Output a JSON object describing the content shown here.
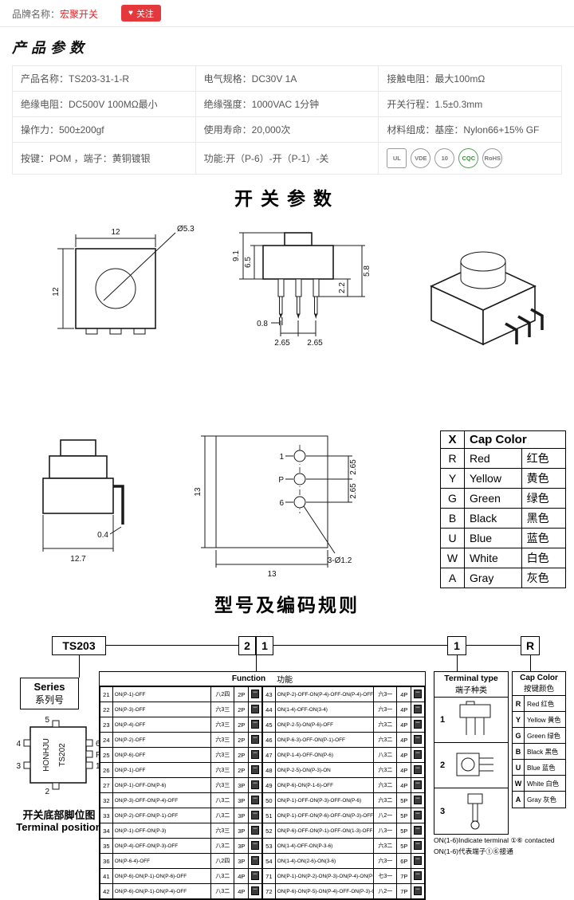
{
  "colors": {
    "accent_red": "#e4393c",
    "line_black": "#1a1a1a"
  },
  "header": {
    "brand_label": "品牌名称：",
    "brand_name": "宏聚开关",
    "heart_icon": "♥",
    "follow_label": "关注"
  },
  "product": {
    "section_title": "产品参数",
    "cells": [
      [
        "产品名称：TS203-31-1-R",
        "电气规格：DC30V  1A",
        "接触电阻：最大100mΩ"
      ],
      [
        "绝缘电阻：DC500V  100MΩ最小",
        "绝缘强度：1000VAC  1分钟",
        "开关行程：1.5±0.3mm"
      ],
      [
        "操作力：500±200gf",
        "使用寿命：20,000次",
        "材料组成：基座：Nylon66+15% GF"
      ],
      [
        "按键：POM    ，端子：黄铜镀银",
        "功能:开（P-6）-开（P-1）-关"
      ]
    ],
    "logos": [
      "UL",
      "VDE",
      "10",
      "CQC",
      "RoHS"
    ]
  },
  "switch_section": {
    "title": "开关参数",
    "front": {
      "top_dim": "12",
      "left_dim": "12",
      "hole_label": "Ø5.3"
    },
    "side": {
      "h_total": "9.1",
      "h_body": "6.5",
      "right_dim1": "5.8",
      "right_dim2": "2.2",
      "pin_width": "0.8",
      "pitch_left": "2.65",
      "pitch_right": "2.65"
    },
    "profile": {
      "bottom_dim": "12.7",
      "pin_dim": "0.4"
    },
    "bottom": {
      "left_dim": "13",
      "bottom_dim": "13",
      "gap_top": "2.65",
      "gap_bottom": "2.65",
      "holes_label": "3-Ø1.2",
      "pin1": "1",
      "pinP": "P",
      "pin6": "6"
    },
    "cap_table": {
      "header_code": "X",
      "header_name": "Cap Color",
      "rows": [
        [
          "R",
          "Red",
          "红色"
        ],
        [
          "Y",
          "Yellow",
          "黄色"
        ],
        [
          "G",
          "Green",
          "绿色"
        ],
        [
          "B",
          "Black",
          "黑色"
        ],
        [
          "U",
          "Blue",
          "蓝色"
        ],
        [
          "W",
          "White",
          "白色"
        ],
        [
          "A",
          "Gray",
          "灰色"
        ]
      ]
    }
  },
  "coding": {
    "title": "型号及编码规则",
    "series_code": "TS203",
    "digit1": "2",
    "digit2": "1",
    "terminal_code": "1",
    "color_code": "R",
    "series_box": {
      "en": "Series",
      "zh": "系列号"
    },
    "chip": {
      "brand": "HONHJU",
      "model": "TS202",
      "pin_top": "5",
      "pin_left_top": "4",
      "pin_left_bottom": "3",
      "pin_right_top": "6",
      "pin_right_mid": "P",
      "pin_right_bottom": "1",
      "pin_bottom": "2"
    },
    "chip_caption_zh": "开关底部脚位图",
    "chip_caption_en": "Terminal position",
    "function_table": {
      "header_en": "Function",
      "header_zh": "功能",
      "left": [
        {
          "no": "21",
          "fn": "ON(P-1)-OFF",
          "tag": "八2四",
          "pole": "2P"
        },
        {
          "no": "22",
          "fn": "ON(P-3)-OFF",
          "tag": "六3三",
          "pole": "2P"
        },
        {
          "no": "23",
          "fn": "ON(P-4)-OFF",
          "tag": "六3三",
          "pole": "2P"
        },
        {
          "no": "24",
          "fn": "ON(P-2)-OFF",
          "tag": "六3三",
          "pole": "2P"
        },
        {
          "no": "25",
          "fn": "ON(P-6)-OFF",
          "tag": "六3三",
          "pole": "2P"
        },
        {
          "no": "26",
          "fn": "ON(P-1)-OFF",
          "tag": "六3三",
          "pole": "2P"
        },
        {
          "no": "27",
          "fn": "ON(P-1)-OFF-ON(P-6)",
          "tag": "六3三",
          "pole": "3P"
        },
        {
          "no": "32",
          "fn": "ON(P-3)-OFF-ON(P-4)-OFF",
          "tag": "八3二",
          "pole": "3P"
        },
        {
          "no": "33",
          "fn": "ON(P-2)-OFF-ON(P-1)-OFF",
          "tag": "八3二",
          "pole": "3P"
        },
        {
          "no": "34",
          "fn": "ON(P-1)-OFF-ON(P-3)",
          "tag": "六3三",
          "pole": "3P"
        },
        {
          "no": "35",
          "fn": "ON(P-4)-OFF-ON(P-3)-OFF",
          "tag": "八3二",
          "pole": "3P"
        },
        {
          "no": "36",
          "fn": "ON(P-6-4)-OFF",
          "tag": "八2四",
          "pole": "3P"
        },
        {
          "no": "41",
          "fn": "ON(P-6)-ON(P-1)-ON(P-6)-OFF",
          "tag": "八3二",
          "pole": "4P"
        },
        {
          "no": "42",
          "fn": "ON(P-6)-ON(P-1)-ON(P-4)-OFF",
          "tag": "八3二",
          "pole": "4P"
        }
      ],
      "right": [
        {
          "no": "43",
          "fn": "ON(P-2)-OFF-ON(P-4)-OFF-ON(P-4)-OFF",
          "tag": "六3一",
          "pole": "4P"
        },
        {
          "no": "44",
          "fn": "ON(1-4)-OFF-ON(3-4)",
          "tag": "六3一",
          "pole": "4P"
        },
        {
          "no": "45",
          "fn": "ON(P-2-5)-ON(P-6)-OFF",
          "tag": "六3二",
          "pole": "4P"
        },
        {
          "no": "46",
          "fn": "ON(P-6-3)-OFF-ON(P-1)-OFF",
          "tag": "六3二",
          "pole": "4P"
        },
        {
          "no": "47",
          "fn": "ON(P-1-4)-OFF-ON(P-6)",
          "tag": "八3二",
          "pole": "4P"
        },
        {
          "no": "48",
          "fn": "ON(P-2-5)-ON(P-3)-ON",
          "tag": "六3二",
          "pole": "4P"
        },
        {
          "no": "49",
          "fn": "ON(P-6)-ON(P-1-6)-OFF",
          "tag": "六3二",
          "pole": "4P"
        },
        {
          "no": "50",
          "fn": "ON(P-1)-OFF-ON(P-3)-OFF-ON(P-6)",
          "tag": "六3二",
          "pole": "5P"
        },
        {
          "no": "51",
          "fn": "ON(P-1)-OFF-ON(P-6)-OFF-ON(P-3)-OFF-ON(P-1)-OFF",
          "tag": "八2一",
          "pole": "5P"
        },
        {
          "no": "52",
          "fn": "ON(P-6)-OFF-ON(P-1)-OFF-ON(1-3)-OFF-ON(P-1)",
          "tag": "八3一",
          "pole": "5P"
        },
        {
          "no": "53",
          "fn": "ON(1-4)-OFF-ON(P-3-6)",
          "tag": "六3二",
          "pole": "5P"
        },
        {
          "no": "54",
          "fn": "ON(1-4)-ON(2-6)-ON(3-6)",
          "tag": "六3一",
          "pole": "6P"
        },
        {
          "no": "71",
          "fn": "ON(P-1)-ON(P-2)-ON(P-3)-ON(P-4)-ON(P-5)-ON(P-6)",
          "tag": "七3一",
          "pole": "7P"
        },
        {
          "no": "72",
          "fn": "ON(P-6)-ON(P-5)-ON(P-4)-OFF-ON(P-3)-ON(P-2)-ON(P-1)-OFF",
          "tag": "八2一",
          "pole": "7P"
        }
      ]
    },
    "terminal_box": {
      "en": "Terminal type",
      "zh": "端子种类",
      "options": [
        "1",
        "2",
        "3"
      ]
    },
    "cap_box": {
      "en": "Cap Color",
      "zh": "按键颜色",
      "rows": [
        [
          "R",
          "Red 红色"
        ],
        [
          "Y",
          "Yellow 黄色"
        ],
        [
          "G",
          "Green 绿色"
        ],
        [
          "B",
          "Black 黑色"
        ],
        [
          "U",
          "Blue 蓝色"
        ],
        [
          "W",
          "White 白色"
        ],
        [
          "A",
          "Gray 灰色"
        ]
      ]
    },
    "notes": [
      "ON(1-6)Indicate terminal ①⑥ contacted",
      "ON(1-6)代表端子①⑥接通"
    ]
  }
}
